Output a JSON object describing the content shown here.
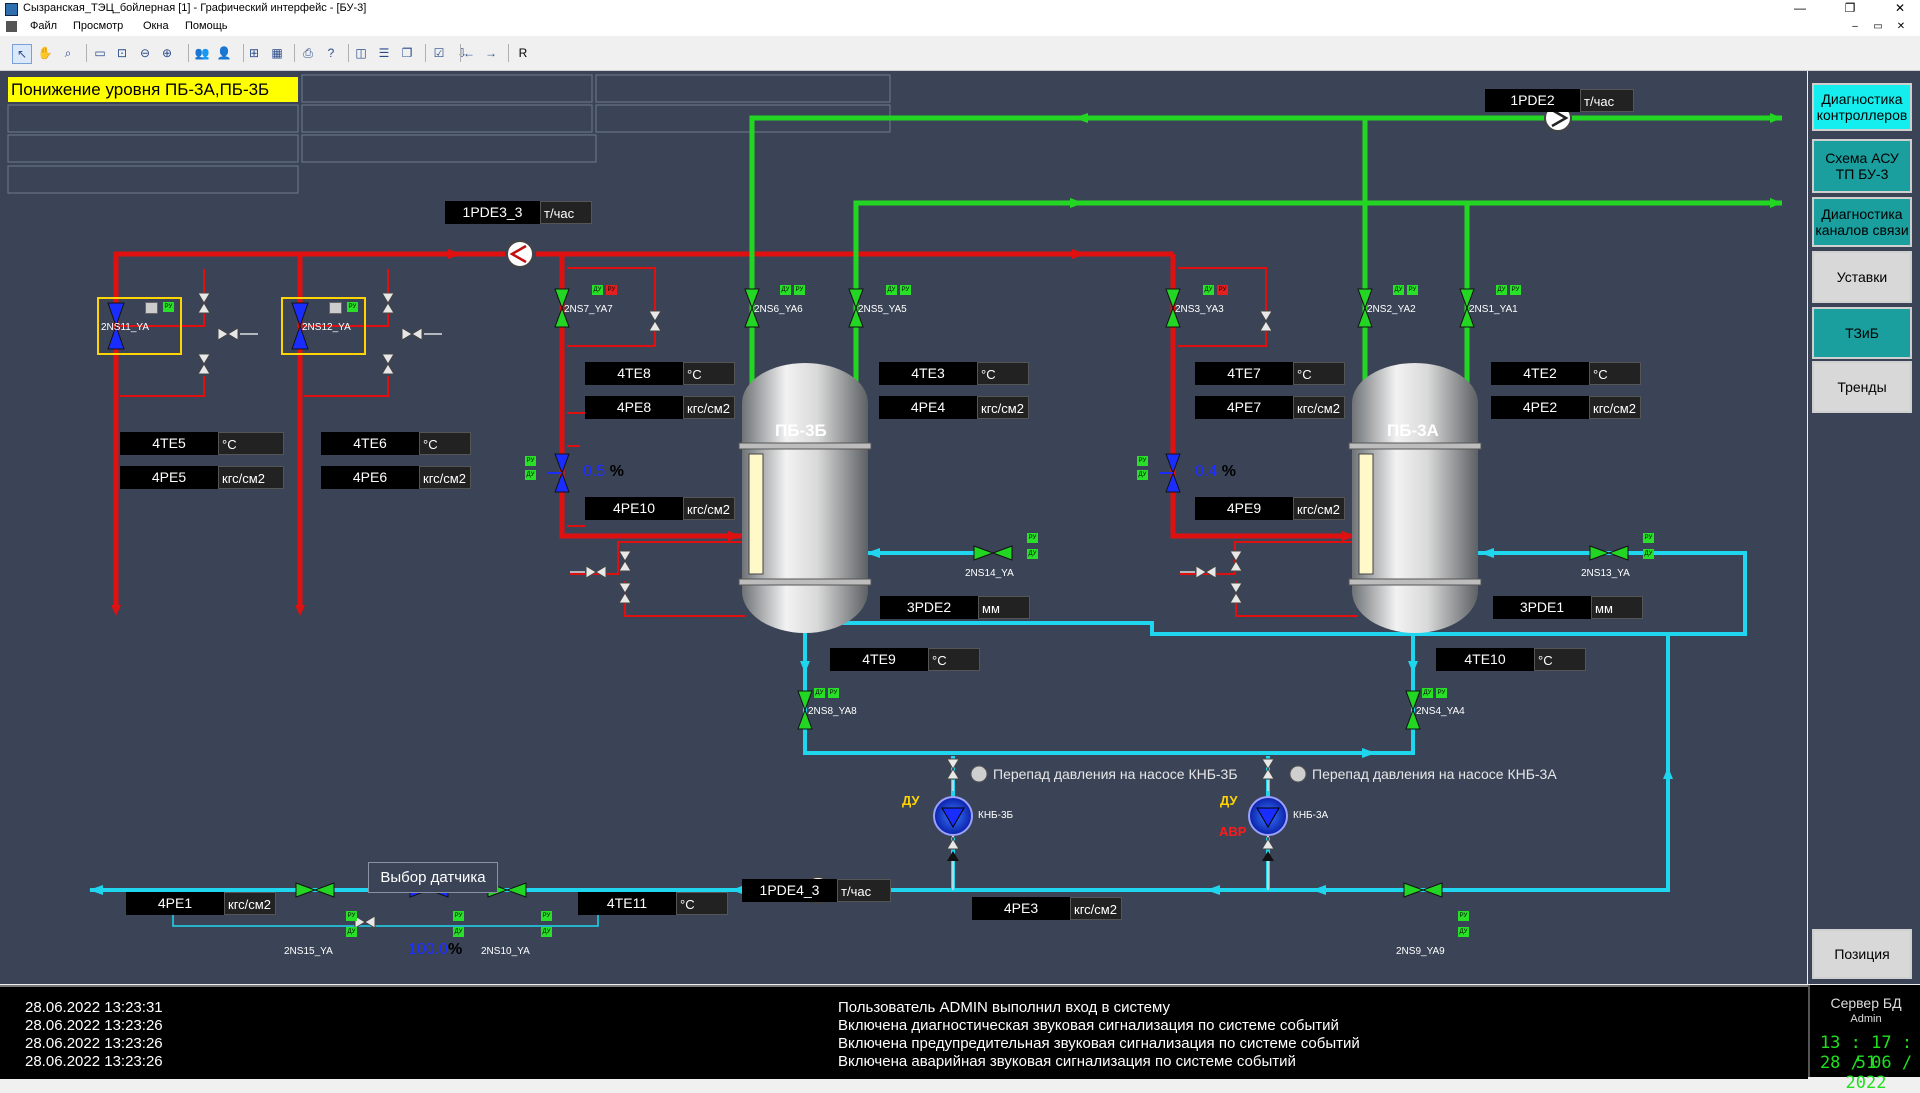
{
  "window": {
    "title": "Сызранская_ТЭЦ_бойлерная [1] - Графический интерфейс - [БУ-3]",
    "controls": [
      "—",
      "❐",
      "✕"
    ],
    "inner_controls": [
      "–",
      "▭",
      "✕"
    ]
  },
  "menu": {
    "items": [
      "Файл",
      "Просмотр",
      "Окна",
      "Помощь"
    ]
  },
  "toolbar": {
    "last_label": "R"
  },
  "alarm": {
    "text": "Понижение уровня ПБ-3А,ПБ-3Б"
  },
  "tanks": {
    "left": "ПБ-3Б",
    "right": "ПБ-3А"
  },
  "valves": {
    "v1": "2NS11_YA",
    "v2": "2NS12_YA",
    "v3": "2NS7_YA7",
    "v4": "2NS6_YA6",
    "v5": "2NS5_YA5",
    "v6": "2NS3_YA3",
    "v7": "2NS2_YA2",
    "v8": "2NS1_YA1",
    "v9": "2NS14_YA",
    "v10": "2NS13_YA",
    "v11": "2NS8_YA8",
    "v12": "2NS4_YA4",
    "v13": "2NS15_YA",
    "v14": "2NS10_YA",
    "v15": "2NS9_YA9"
  },
  "mode_tags": {
    "ru": "РУ",
    "du": "ДУ"
  },
  "sensors": {
    "pde2": {
      "tag": "1PDE2",
      "unit": "т/час"
    },
    "pde3_3": {
      "tag": "1PDE3_3",
      "unit": "т/час"
    },
    "pde4_3": {
      "tag": "1PDE4_3",
      "unit": "т/час"
    },
    "te5": {
      "tag": "4TE5",
      "unit": "°C"
    },
    "pe5": {
      "tag": "4PE5",
      "unit": "кгс/см2"
    },
    "te6": {
      "tag": "4TE6",
      "unit": "°C"
    },
    "pe6": {
      "tag": "4PE6",
      "unit": "кгс/см2"
    },
    "te8": {
      "tag": "4TE8",
      "unit": "°C"
    },
    "pe8": {
      "tag": "4PE8",
      "unit": "кгс/см2"
    },
    "te3": {
      "tag": "4TE3",
      "unit": "°C"
    },
    "pe4": {
      "tag": "4PE4",
      "unit": "кгс/см2"
    },
    "pe10": {
      "tag": "4PE10",
      "unit": "кгс/см2"
    },
    "te7": {
      "tag": "4TE7",
      "unit": "°C"
    },
    "pe7": {
      "tag": "4PE7",
      "unit": "кгс/см2"
    },
    "te2": {
      "tag": "4TE2",
      "unit": "°C"
    },
    "pe2": {
      "tag": "4PE2",
      "unit": "кгс/см2"
    },
    "pe9": {
      "tag": "4PE9",
      "unit": "кгс/см2"
    },
    "pde2b": {
      "tag": "3PDE2",
      "unit": "мм"
    },
    "pde1b": {
      "tag": "3PDE1",
      "unit": "мм"
    },
    "te9": {
      "tag": "4TE9",
      "unit": "°C"
    },
    "te10": {
      "tag": "4TE10",
      "unit": "°C"
    },
    "pe1": {
      "tag": "4PE1",
      "unit": "кгс/см2"
    },
    "te11": {
      "tag": "4TE11",
      "unit": "°C"
    },
    "pe3": {
      "tag": "4PE3",
      "unit": "кгс/см2"
    }
  },
  "regulators": {
    "left_value": "0.5",
    "right_value": "0.4",
    "bottom_value": "100.0",
    "unit": "%"
  },
  "pumps": {
    "left": {
      "name": "КНБ-3Б",
      "mode": "ДУ"
    },
    "right": {
      "name": "КНБ-3А",
      "mode": "ДУ",
      "avr": "АВР"
    }
  },
  "legend": {
    "left": "Перепад давления на насосе КНБ-3Б",
    "right": "Перепад давления на насосе КНБ-3А"
  },
  "sensor_select": "Выбор датчика",
  "right_panel": {
    "b1": "Диагностика контроллеров",
    "b2": "Схема АСУ ТП БУ-3",
    "b3": "Диагностика каналов связи",
    "b4": "Уставки",
    "b5": "ТЗиБ",
    "b6": "Тренды",
    "b7": "Позиция"
  },
  "events": [
    {
      "time": "28.06.2022 13:23:31",
      "msg": "Пользователь ADMIN выполнил вход в систему"
    },
    {
      "time": "28.06.2022 13:23:26",
      "msg": "Включена диагностическая звуковая сигнализация по системе событий"
    },
    {
      "time": "28.06.2022 13:23:26",
      "msg": "Включена предупредительная звуковая сигнализация по системе событий"
    },
    {
      "time": "28.06.2022 13:23:26",
      "msg": "Включена аварийная звуковая сигнализация по системе событий"
    }
  ],
  "status": {
    "server": "Сервер БД",
    "user": "Admin",
    "time": "13 : 17 : 51",
    "date": "28 / 06 / 2022"
  }
}
